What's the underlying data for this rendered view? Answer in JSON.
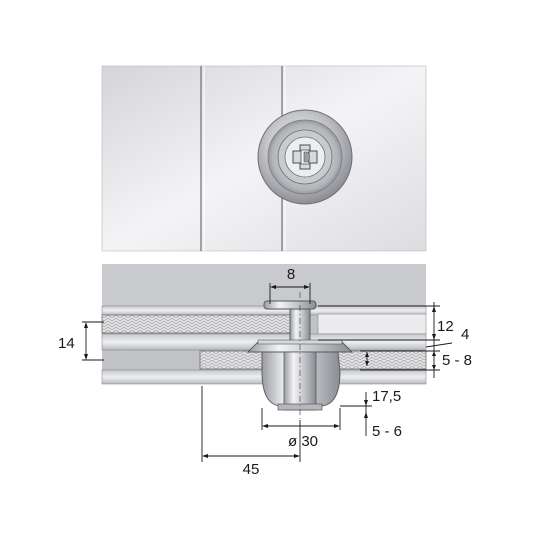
{
  "dimensions": {
    "pin_width": "8",
    "top_gap": "12",
    "panel_gap": "4",
    "glass_thickness_range": "5 - 8",
    "left_panel_thickness": "14",
    "body_height": "17,5",
    "flange_range": "5 - 6",
    "body_diameter": "ø 30",
    "edge_offset": "45"
  },
  "colors": {
    "line": "#1a1a1a",
    "steel_light": "#e6e7ea",
    "steel_dark": "#8e9096",
    "glass_panel": "#f0f0f2"
  }
}
